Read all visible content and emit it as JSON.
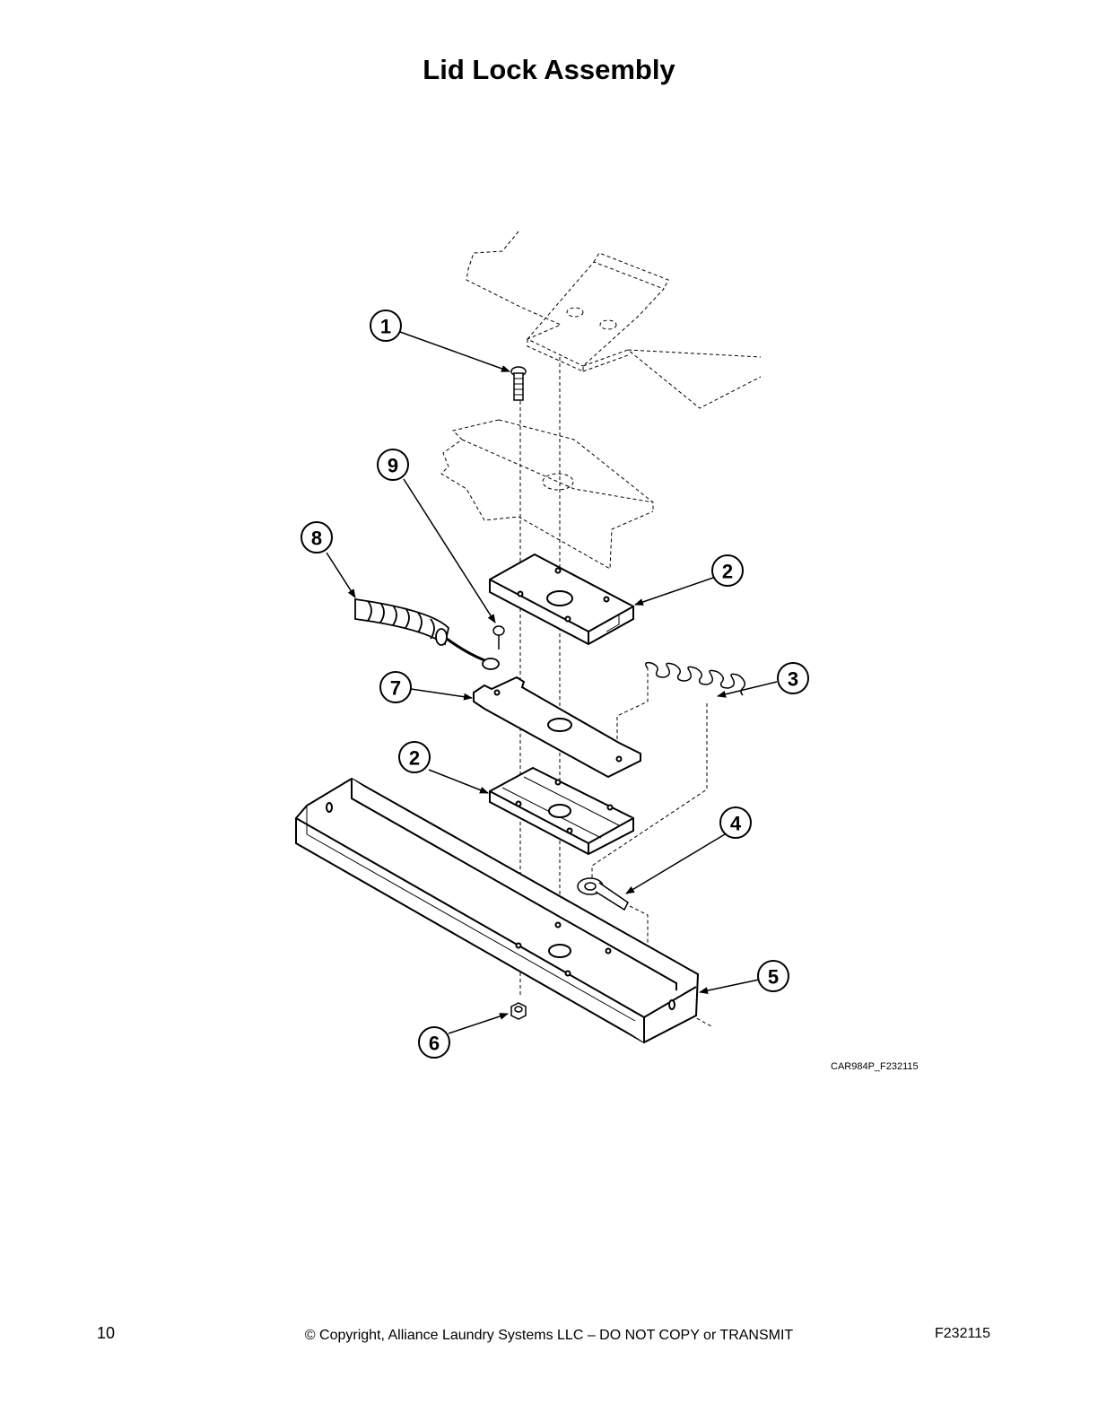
{
  "title": "Lid Lock Assembly",
  "callouts": [
    {
      "id": "callout-1",
      "label": "1"
    },
    {
      "id": "callout-2-top",
      "label": "2"
    },
    {
      "id": "callout-3",
      "label": "3"
    },
    {
      "id": "callout-4",
      "label": "4"
    },
    {
      "id": "callout-5",
      "label": "5"
    },
    {
      "id": "callout-6",
      "label": "6"
    },
    {
      "id": "callout-7",
      "label": "7"
    },
    {
      "id": "callout-8",
      "label": "8"
    },
    {
      "id": "callout-9",
      "label": "9"
    },
    {
      "id": "callout-2-bottom",
      "label": "2"
    }
  ],
  "figure_code": "CAR984P_F232115",
  "footer": {
    "page_number": "10",
    "copyright": "© Copyright, Alliance Laundry Systems LLC – DO NOT COPY or TRANSMIT",
    "doc_code": "F232115"
  }
}
